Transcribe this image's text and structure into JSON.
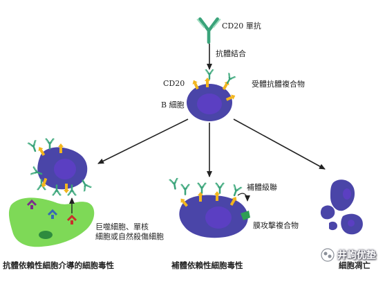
{
  "labels": {
    "antibody": "CD20 單抗",
    "binding": "抗體結合",
    "cd20": "CD20",
    "b_cell": "B 細胞",
    "complex": "受體抗體複合物",
    "effector_line1": "巨噬細胞、單核",
    "effector_line2": "細胞或自然殺傷細胞",
    "complement_cascade": "補體級聯",
    "mac": "膜攻擊複合物",
    "adcc": "抗體依賴性細胞介導的細胞毒性",
    "cdc": "補體依賴性細胞毒性",
    "apoptosis": "細胞凋亡"
  },
  "watermark": {
    "text": "井岣优垫"
  },
  "colors": {
    "cell": "#4a45a8",
    "nucleus": "#5a3fbf",
    "antibody": "#3aa37a",
    "cd20": "#f2b51e",
    "effector": "#7ed957",
    "arrow": "#222222"
  }
}
